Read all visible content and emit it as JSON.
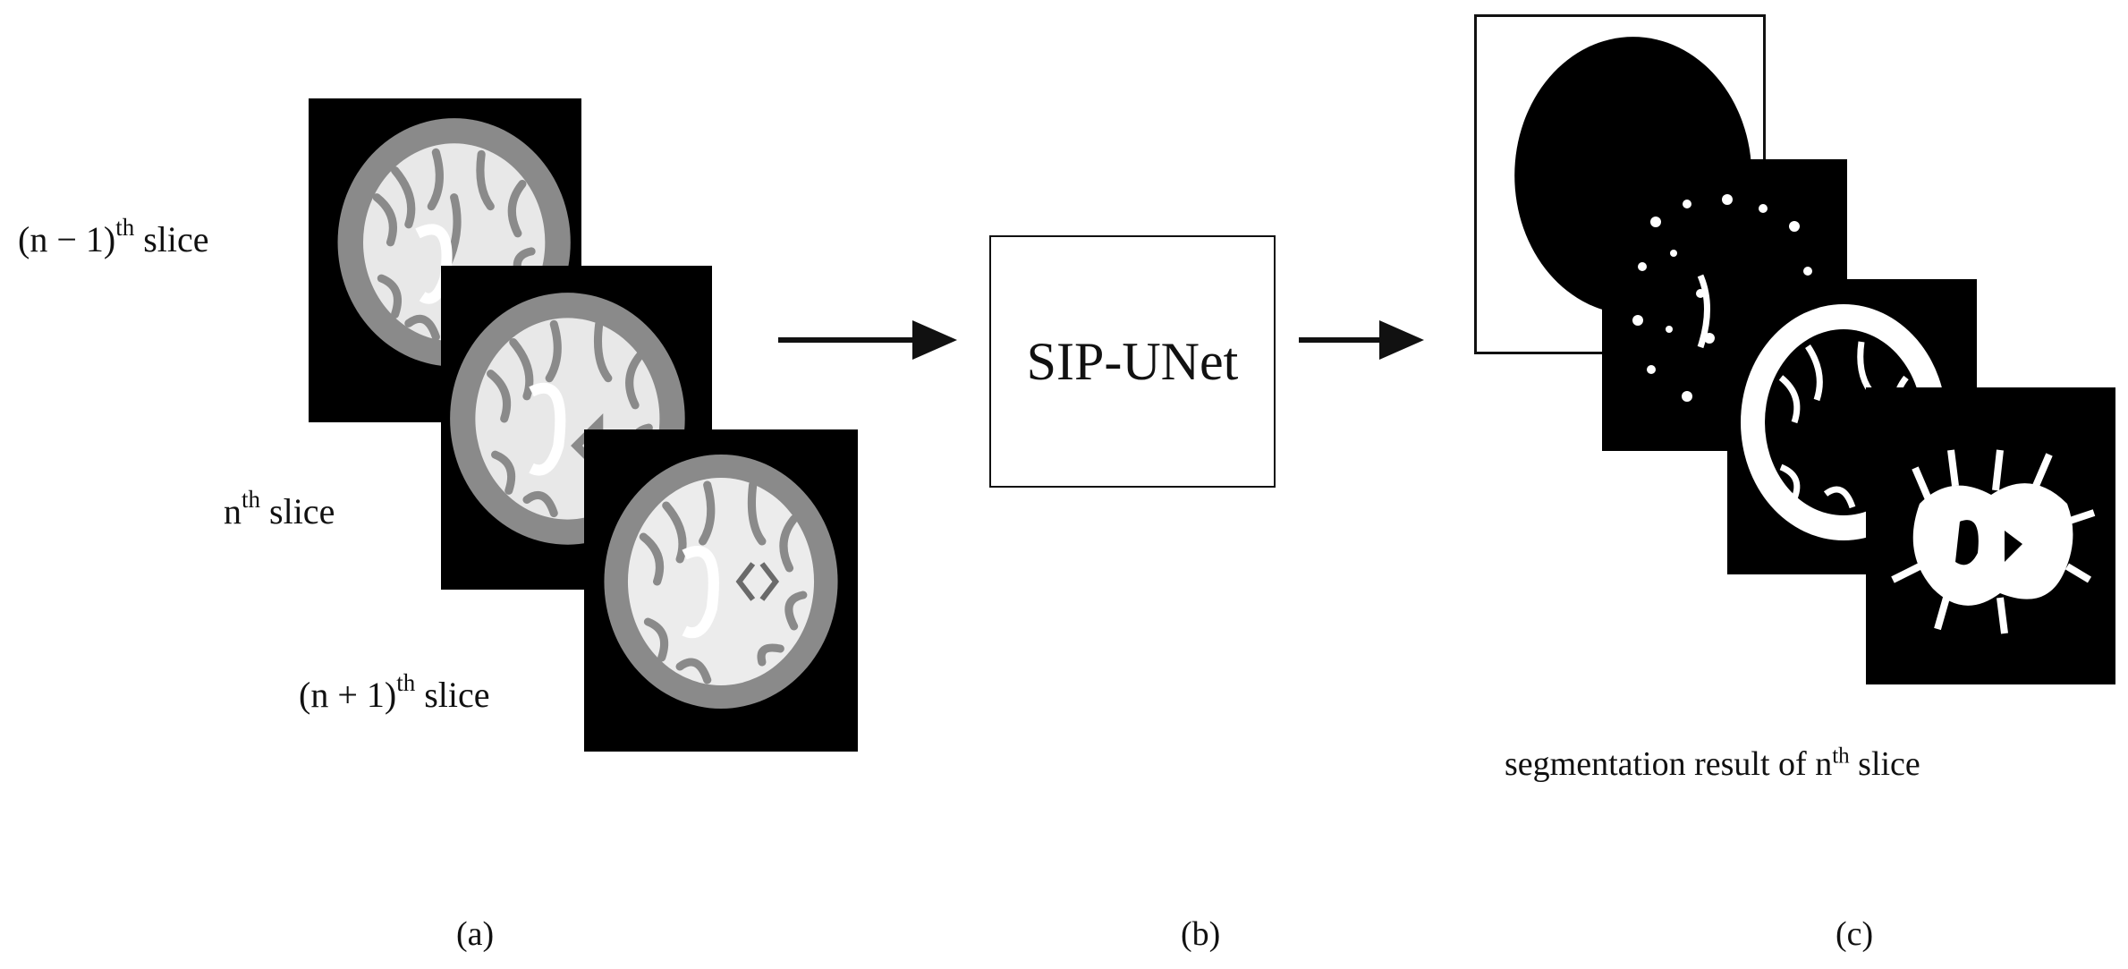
{
  "slice_labels": {
    "prev": {
      "prefix": "(n − 1)",
      "sup": "th",
      "suffix": " slice"
    },
    "curr": {
      "prefix": "n",
      "sup": "th",
      "suffix": " slice"
    },
    "next": {
      "prefix": "(n + 1)",
      "sup": "th",
      "suffix": " slice"
    }
  },
  "model": {
    "label": "SIP-UNet"
  },
  "result": {
    "prefix": "segmentation result of n",
    "sup": "th",
    "suffix": " slice"
  },
  "panels": {
    "a": "(a)",
    "b": "(b)",
    "c": "(c)"
  },
  "colors": {
    "ink": "#111111",
    "background": "#ffffff",
    "mri_black": "#000000",
    "white_matter": "#f2f2f2",
    "gray_matter": "#8a8a8a"
  },
  "icons": [
    "mri-slice-image",
    "segmentation-mask-image",
    "right-arrow-icon"
  ]
}
